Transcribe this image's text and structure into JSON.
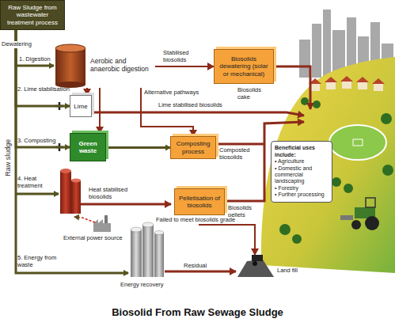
{
  "diagram": {
    "caption": "Biosolid From Raw Sewage Sludge",
    "nodes": [
      {
        "text": [
          "Raw Sludge from wastewater treatment process"
        ]
      },
      {
        "text": [
          "Aerobic and anaerobic digestion"
        ]
      },
      {
        "text": [
          "Biosolids dewatering (solar or mechanical)"
        ]
      },
      {
        "text": [
          "Lime"
        ]
      },
      {
        "text": [
          "Green waste"
        ]
      },
      {
        "text": [
          "Composting process"
        ]
      },
      {
        "text": [
          "Pelletisation of biosolids"
        ]
      },
      {
        "text": [
          "Beneficial uses include:",
          "• Agriculture",
          "• Domestic and commercial landscaping",
          "• Forestry",
          "• Further processing"
        ]
      }
    ],
    "edges": [
      {
        "from": 0,
        "to": 1,
        "label": "1. Digestion",
        "arrow": "to"
      },
      {
        "from": 0,
        "to": 3,
        "label": "2. Lime stabilisation",
        "arrow": "to"
      },
      {
        "from": 0,
        "to": 4,
        "label": "3. Composting",
        "arrow": "to"
      },
      {
        "from": 1,
        "to": 2,
        "label": "Stabilised biosolids",
        "arrow": "to"
      },
      {
        "from": 1,
        "to": 3,
        "arrow": "to"
      },
      {
        "from": 1,
        "to": 4,
        "arrow": "to"
      },
      {
        "from": 1,
        "to": 5,
        "arrow": "to"
      },
      {
        "from": 4,
        "to": 5,
        "arrow": "to"
      }
    ],
    "labels": [
      "Dewatering",
      "Raw sludge",
      "Alternative pathways",
      "Lime stabilised biosolids",
      "Biosolids cake",
      "Composted biosolids",
      "4. Heat treatment",
      "Heat stabilised biosolids",
      "Biosolids pellets",
      "External power source",
      "5. Energy from waste",
      "Energy recovery",
      "Failed to meet biosolids grade",
      "Residual",
      "Land fill"
    ]
  }
}
